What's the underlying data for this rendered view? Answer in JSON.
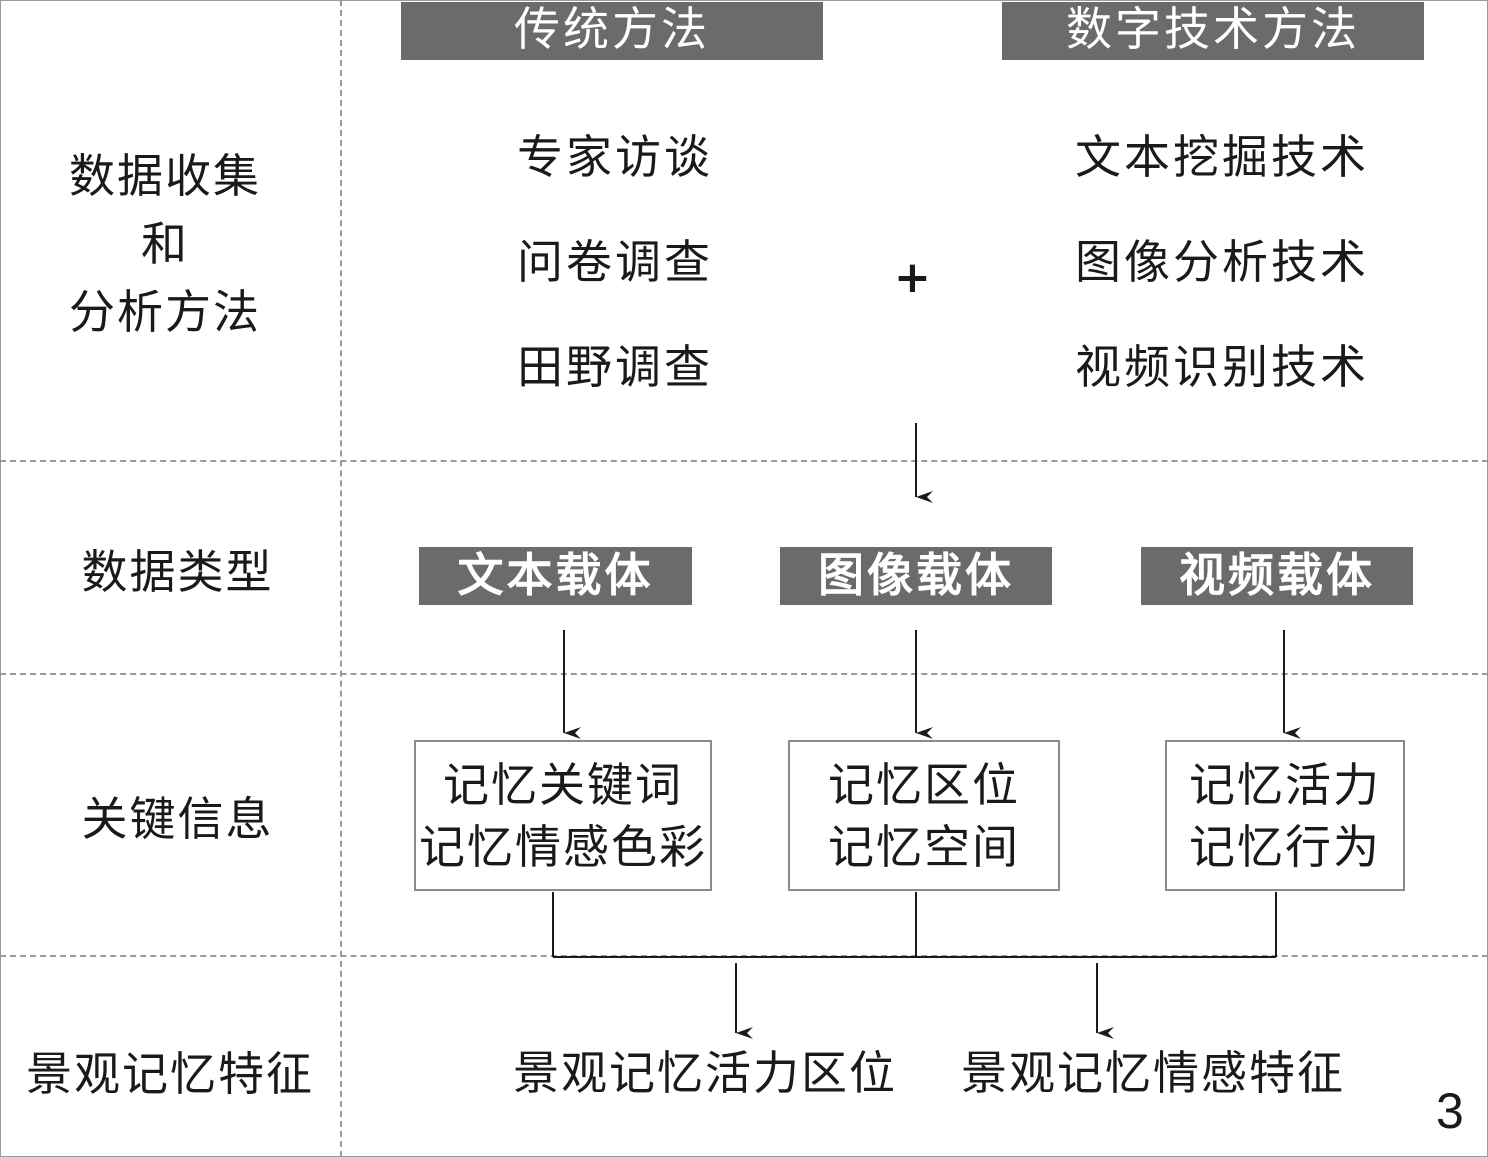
{
  "rows": {
    "row1_label": [
      "数据收集",
      "和",
      "分析方法"
    ],
    "row2_label": "数据类型",
    "row3_label": "关键信息",
    "row4_label": "景观记忆特征"
  },
  "headers": {
    "traditional": "传统方法",
    "digital": "数字技术方法"
  },
  "methods": {
    "traditional": [
      "专家访谈",
      "问卷调查",
      "田野调查"
    ],
    "digital": [
      "文本挖掘技术",
      "图像分析技术",
      "视频识别技术"
    ],
    "joiner": "+"
  },
  "data_types": [
    "文本载体",
    "图像载体",
    "视频载体"
  ],
  "key_info": [
    [
      "记忆关键词",
      "记忆情感色彩"
    ],
    [
      "记忆区位",
      "记忆空间"
    ],
    [
      "记忆活力",
      "记忆行为"
    ]
  ],
  "features": [
    "景观记忆活力区位",
    "景观记忆情感特征"
  ],
  "page_number": "3",
  "colors": {
    "dark_box": "#6b6b6b",
    "dashed_line": "#9a9a9a",
    "text": "#1a1a1a"
  }
}
